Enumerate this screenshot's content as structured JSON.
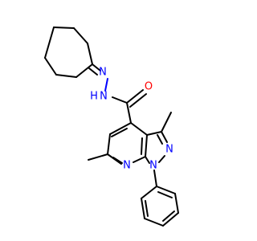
{
  "atoms": {
    "n_hydrazone": "N",
    "nh": "N",
    "h": "H",
    "carbonyl_o": "O",
    "pyrazole_n2": "N",
    "pyrazole_n1": "N",
    "pyridine_n": "N"
  },
  "colors": {
    "carbon_bond": "#000000",
    "nitrogen": "#0000ff",
    "oxygen": "#ff0000",
    "background": "#ffffff"
  }
}
